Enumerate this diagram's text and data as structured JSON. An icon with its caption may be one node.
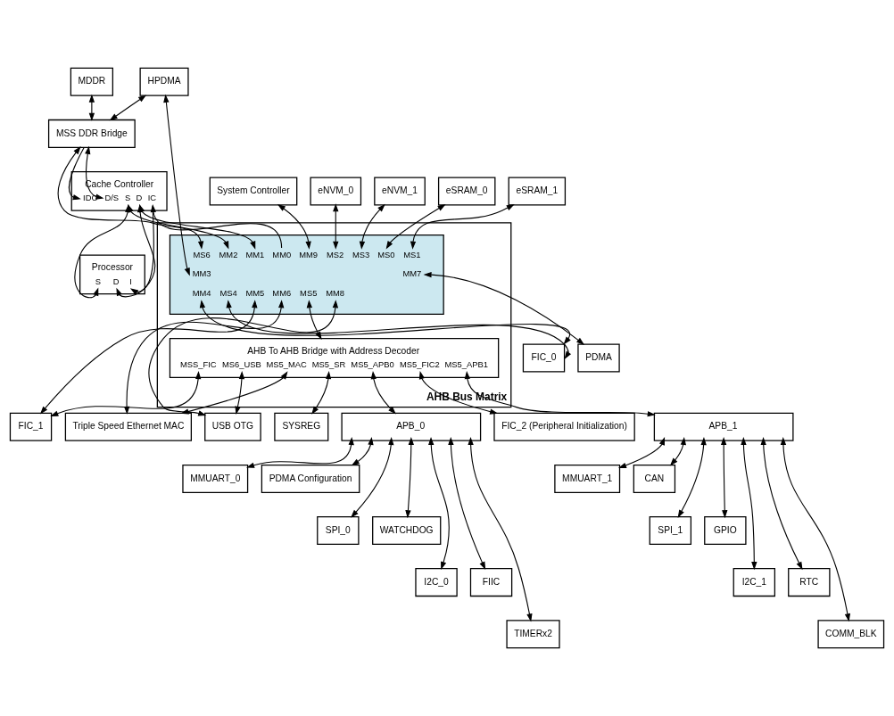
{
  "diagram": {
    "nodes": [
      {
        "text": [
          "MDDR"
        ]
      },
      {
        "text": [
          "Processor",
          "S",
          "D",
          "I"
        ]
      },
      {
        "text": [
          "MSS DDR Bridge"
        ]
      },
      {
        "text": [
          "Cache Controller",
          "IDC",
          "D/S",
          "S",
          "D",
          "IC"
        ]
      },
      {
        "text": [
          "System Controller"
        ]
      },
      {
        "text": [
          "eNVM_0"
        ]
      },
      {
        "text": [
          "eNVM_1"
        ]
      },
      {
        "text": [
          "eSRAM_0"
        ]
      },
      {
        "text": [
          "eSRAM_1"
        ]
      },
      {
        "text": [
          "AHB Bus Matrix"
        ]
      },
      {
        "text": [
          "MS6",
          "MM2",
          "MM1",
          "MM0",
          "MM9",
          "MS2",
          "MS3",
          "MS0",
          "MS1",
          "MM3",
          "MM7",
          "MM4",
          "MS4",
          "MM5",
          "MM6",
          "MS5",
          "MM8"
        ],
        "in": 9
      },
      {
        "text": [
          "AHB To AHB Bridge with Address Decoder",
          "MSS_FIC",
          "MS6_USB",
          "MS5_MAC",
          "MS5_SR",
          "MS5_APB0",
          "MS5_FIC2",
          "MS5_APB1"
        ],
        "in": 9
      },
      {
        "text": [
          "HPDMA"
        ]
      },
      {
        "text": [
          "PDMA"
        ]
      },
      {
        "text": [
          "FIC_0"
        ]
      },
      {
        "text": [
          "USB OTG"
        ]
      },
      {
        "text": [
          "FIC_1"
        ]
      },
      {
        "text": [
          "Triple Speed Ethernet MAC"
        ]
      },
      {
        "text": [
          "SYSREG"
        ]
      },
      {
        "text": [
          "APB_0"
        ]
      },
      {
        "text": [
          "FIC_2 (Peripheral Initialization)"
        ]
      },
      {
        "text": [
          "APB_1"
        ]
      },
      {
        "text": [
          "MMUART_0"
        ]
      },
      {
        "text": [
          "PDMA Configuration"
        ]
      },
      {
        "text": [
          "MMUART_1"
        ]
      },
      {
        "text": [
          "CAN"
        ]
      },
      {
        "text": [
          "SPI_0"
        ]
      },
      {
        "text": [
          "WATCHDOG"
        ]
      },
      {
        "text": [
          "SPI_1"
        ]
      },
      {
        "text": [
          "GPIO"
        ]
      },
      {
        "text": [
          "I2C_0"
        ]
      },
      {
        "text": [
          "FIIC"
        ]
      },
      {
        "text": [
          "I2C_1"
        ]
      },
      {
        "text": [
          "RTC"
        ]
      },
      {
        "text": [
          "TIMERx2"
        ]
      },
      {
        "text": [
          "COMM_BLK"
        ]
      }
    ],
    "edges": [
      {
        "from": 0,
        "to": 2,
        "arrow": "both"
      },
      {
        "from": 1,
        "to": 3,
        "arrow": "both"
      },
      {
        "from": 1,
        "to": 3,
        "arrow": "both"
      },
      {
        "from": 3,
        "to": 1,
        "arrow": "to"
      },
      {
        "from": 2,
        "to": 3,
        "arrow": "to"
      },
      {
        "from": 2,
        "to": 3,
        "arrow": "both"
      },
      {
        "from": 12,
        "to": 2,
        "arrow": "both"
      },
      {
        "from": 2,
        "to": 10,
        "arrow": "both"
      },
      {
        "from": 3,
        "to": 10,
        "arrow": "both"
      },
      {
        "from": 3,
        "to": 10,
        "arrow": "both"
      },
      {
        "from": 10,
        "to": 3,
        "arrow": "to"
      },
      {
        "from": 4,
        "to": 10,
        "arrow": "both"
      },
      {
        "from": 5,
        "to": 10,
        "arrow": "both"
      },
      {
        "from": 6,
        "to": 10,
        "arrow": "both"
      },
      {
        "from": 7,
        "to": 10,
        "arrow": "both"
      },
      {
        "from": 8,
        "to": 10,
        "arrow": "both"
      },
      {
        "from": 12,
        "to": 10,
        "arrow": "both"
      },
      {
        "from": 10,
        "to": 13,
        "arrow": "both"
      },
      {
        "from": 10,
        "to": 14,
        "arrow": "both"
      },
      {
        "from": 10,
        "to": 14,
        "arrow": "both"
      },
      {
        "from": 10,
        "to": 16,
        "arrow": "both"
      },
      {
        "from": 11,
        "to": 16,
        "arrow": "both"
      },
      {
        "from": 10,
        "to": 17,
        "arrow": "both"
      },
      {
        "from": 11,
        "to": 17,
        "arrow": "both"
      },
      {
        "from": 10,
        "to": 11,
        "arrow": "both"
      },
      {
        "from": 10,
        "to": 15,
        "arrow": "both"
      },
      {
        "from": 11,
        "to": 15,
        "arrow": "both"
      },
      {
        "from": 11,
        "to": 18,
        "arrow": "both"
      },
      {
        "from": 11,
        "to": 19,
        "arrow": "both"
      },
      {
        "from": 11,
        "to": 20,
        "arrow": "both"
      },
      {
        "from": 11,
        "to": 21,
        "arrow": "both"
      },
      {
        "from": 19,
        "to": 22,
        "arrow": "both"
      },
      {
        "from": 19,
        "to": 23,
        "arrow": "both"
      },
      {
        "from": 19,
        "to": 26,
        "arrow": "both"
      },
      {
        "from": 19,
        "to": 27,
        "arrow": "both"
      },
      {
        "from": 19,
        "to": 30,
        "arrow": "both"
      },
      {
        "from": 19,
        "to": 31,
        "arrow": "both"
      },
      {
        "from": 19,
        "to": 34,
        "arrow": "both"
      },
      {
        "from": 21,
        "to": 24,
        "arrow": "both"
      },
      {
        "from": 21,
        "to": 25,
        "arrow": "both"
      },
      {
        "from": 21,
        "to": 28,
        "arrow": "both"
      },
      {
        "from": 21,
        "to": 29,
        "arrow": "both"
      },
      {
        "from": 21,
        "to": 32,
        "arrow": "both"
      },
      {
        "from": 21,
        "to": 33,
        "arrow": "both"
      },
      {
        "from": 21,
        "to": 35,
        "arrow": "both"
      }
    ]
  }
}
